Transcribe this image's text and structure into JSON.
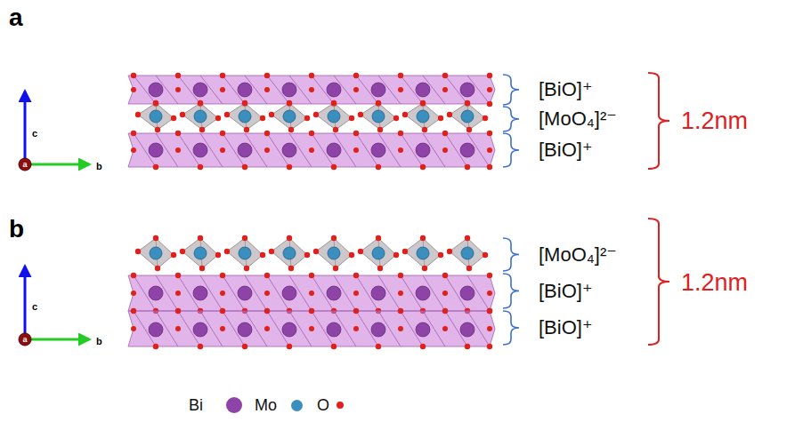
{
  "diagram": {
    "labels": [
      "a",
      "c",
      "b",
      "a",
      "[BiO]⁺",
      "[MoO₄]²⁻",
      "[BiO]⁺",
      "1.2nm",
      "b",
      "c",
      "b",
      "a",
      "[MoO₄]²⁻",
      "[BiO]⁺",
      "[BiO]⁺",
      "1.2nm"
    ],
    "legend": [
      {
        "text": "Bi",
        "color": "#8e44a6"
      },
      {
        "text": "Mo",
        "color": "#3a8fbf"
      },
      {
        "text": "O",
        "color": "#e0201b"
      }
    ]
  }
}
